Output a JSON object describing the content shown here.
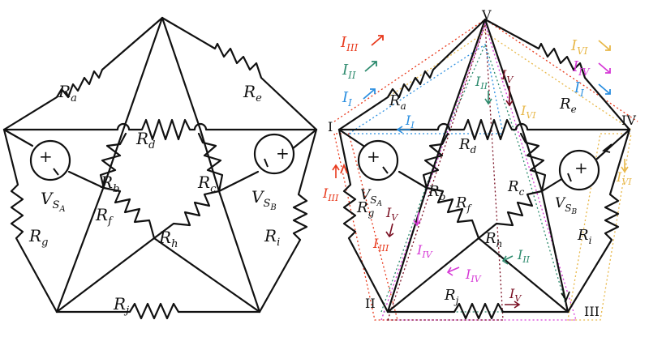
{
  "colors": {
    "wire": "#111111",
    "I": "#2b8fe0",
    "II": "#2e8b6e",
    "III": "#e8391c",
    "IV": "#d63ad6",
    "V": "#7a1023",
    "VI": "#e8b84a"
  },
  "left": {
    "resistors": {
      "Ra": {
        "main": "R",
        "sub": "a"
      },
      "Rb": {
        "main": "R",
        "sub": "b"
      },
      "Rc": {
        "main": "R",
        "sub": "c"
      },
      "Rd": {
        "main": "R",
        "sub": "d"
      },
      "Re": {
        "main": "R",
        "sub": "e"
      },
      "Rf": {
        "main": "R",
        "sub": "f"
      },
      "Rg": {
        "main": "R",
        "sub": "g"
      },
      "Rh": {
        "main": "R",
        "sub": "h"
      },
      "Ri": {
        "main": "R",
        "sub": "i"
      },
      "Rj": {
        "main": "R",
        "sub": "j"
      }
    },
    "sources": {
      "VSA": {
        "main": "V",
        "sub": "S",
        "subsub": "A"
      },
      "VSB": {
        "main": "V",
        "sub": "S",
        "subsub": "B"
      }
    }
  },
  "right": {
    "nodes": {
      "n1": "I",
      "n2": "II",
      "n3": "III",
      "n4": "IV",
      "n5": "V"
    },
    "resistors": {
      "Ra": {
        "main": "R",
        "sub": "a"
      },
      "Rb": {
        "main": "R",
        "sub": "b"
      },
      "Rc": {
        "main": "R",
        "sub": "c"
      },
      "Rd": {
        "main": "R",
        "sub": "d"
      },
      "Re": {
        "main": "R",
        "sub": "e"
      },
      "Rf": {
        "main": "R",
        "sub": "f"
      },
      "Rg": {
        "main": "R",
        "sub": "g"
      },
      "Rh": {
        "main": "R",
        "sub": "h"
      },
      "Ri": {
        "main": "R",
        "sub": "i"
      },
      "Rj": {
        "main": "R",
        "sub": "j"
      }
    },
    "sources": {
      "VSA": {
        "main": "V",
        "sub": "S",
        "subsub": "A"
      },
      "VSB": {
        "main": "V",
        "sub": "S",
        "subsub": "B"
      }
    },
    "currents": {
      "main": "I",
      "legend_left": [
        "III",
        "II",
        "I"
      ],
      "legend_right": [
        "VI",
        "IV",
        "I"
      ],
      "inner": [
        "II",
        "V",
        "VI",
        "I",
        "III",
        "V",
        "III",
        "IV",
        "IV",
        "II",
        "V",
        "VI"
      ]
    }
  }
}
